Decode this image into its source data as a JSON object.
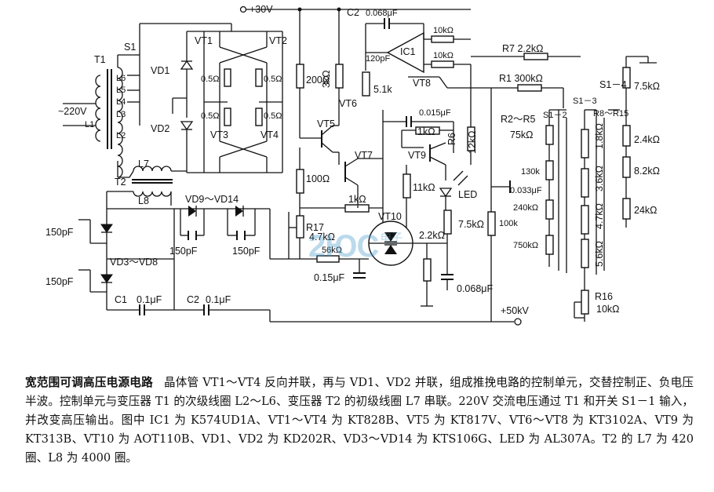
{
  "labels": {
    "plus30v": "+30V",
    "c2_top": "C2",
    "c2_top_val": "0.068μF",
    "r_fb1": "10kΩ",
    "r_fb2": "10kΩ",
    "ic1": "IC1",
    "c_120p": "120pF",
    "r7": "R7 2.2kΩ",
    "r1": "R1 300kΩ",
    "s1_4": "S1－4",
    "r_7k5_top": "7.5kΩ",
    "s1": "S1",
    "t1": "T1",
    "l6": "L6",
    "l5": "L5",
    "l4": "L4",
    "l3": "L3",
    "l2": "L2",
    "l1": "L1",
    "ac220": "~220V",
    "vd1": "VD1",
    "vd2": "VD2",
    "vt1": "VT1",
    "vt2": "VT2",
    "vt3": "VT3",
    "vt4": "VT4",
    "r05a": "0.5Ω",
    "r05b": "0.5Ω",
    "r05c": "0.5Ω",
    "r05d": "0.5Ω",
    "r200": "200Ω",
    "r3k": "3kΩ",
    "r5k1": "5.1k",
    "vt6": "VT6",
    "vt8": "VT8",
    "vt5": "VT5",
    "c_015": "0.015μF",
    "r_1k_mid": "1kΩ",
    "r6": "R6",
    "r6_val": "12kΩ",
    "s1_2": "S1－2",
    "s1_3": "S1－3",
    "r2_r5": "R2～R5",
    "r8_r15": "R8～R15",
    "r75k": "75kΩ",
    "r18k": "1.8kΩ",
    "r24k_a": "2.4kΩ",
    "r130k": "130k",
    "r36k": "3.6kΩ",
    "r82k": "8.2kΩ",
    "r24k_b": "24kΩ",
    "c_033": "0.033μF",
    "r240k": "240kΩ",
    "r47k": "4.7kΩ",
    "r100k": "100k",
    "r56k": "5.6kΩ",
    "r750k": "750kΩ",
    "vt7": "VT7",
    "vt9": "VT9",
    "r11k": "11kΩ",
    "led": "LED",
    "r100": "100Ω",
    "t2": "T2",
    "l7": "L7",
    "l8": "L8",
    "vd9_14": "VD9～VD14",
    "r_1k_low": "1kΩ",
    "vt10": "VT10",
    "r17": "R17",
    "r17_val": "4.7kΩ",
    "r56_low": "56kΩ",
    "r22k": "2.2kΩ",
    "r75k_low": "7.5kΩ",
    "c015_low": "0.15μF",
    "c0068_low": "0.068μF",
    "vd3_8": "VD3～VD8",
    "c150a": "150pF",
    "c150b": "150pF",
    "c150c": "150pF",
    "c150d": "150pF",
    "c1": "C1",
    "c1_val": "0.1μF",
    "c2_low": "C2",
    "c2_low_val": "0.1μF",
    "plus50kv": "+50kV",
    "r16": "R16",
    "r16_val": "10kΩ"
  },
  "watermark": {
    "text": "2ЮC",
    "sub": "电子"
  },
  "caption": {
    "title": "宽范围可调高压电源电路",
    "body": "晶体管 VT1～VT4 反向并联，再与 VD1、VD2 并联，组成推挽电路的控制单元，交替控制正、负电压半波。控制单元与变压器 T1 的次级线圈 L2～L6、变压器 T2 的初级线圈 L7 串联。220V 交流电压通过 T1 和开关 S1－1 输入，并改变高压输出。图中 IC1 为 K574UD1A、VT1～VT4 为 KT828B、VT5 为 KT817V、VT6～VT8 为 KT3102A、VT9 为 KT313B、VT10 为 AOT110B、VD1、VD2 为 KD202R、VD3～VD14 为 KTS106G、LED 为 AL307A。T2 的 L7 为 420 圈、L8 为 4000 圈。"
  }
}
